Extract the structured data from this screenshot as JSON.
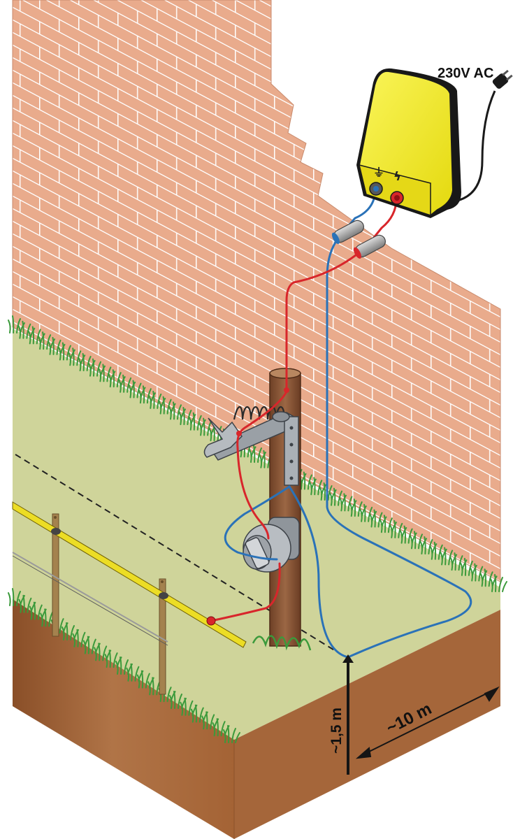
{
  "labels": {
    "power_supply": "230V AC",
    "ground_depth": "~1,5 m",
    "ground_distance": "~10 m"
  },
  "energizer": {
    "earth_terminal_symbol": "⏚",
    "fence_terminal_symbol": "ϟ",
    "body_color": "#f4ee1e"
  },
  "colors": {
    "brick": "#e9ab8c",
    "mortar": "#ffffff",
    "grass_field": "#cfd49a",
    "soil": "#a06236",
    "post": "#8c5a3a",
    "live_wire": "#d8262b",
    "earth_wire": "#2a72b8",
    "fence_tape": "#ecdd25"
  },
  "icons": [
    "power-plug-icon",
    "earth-symbol-icon",
    "lightning-icon"
  ]
}
